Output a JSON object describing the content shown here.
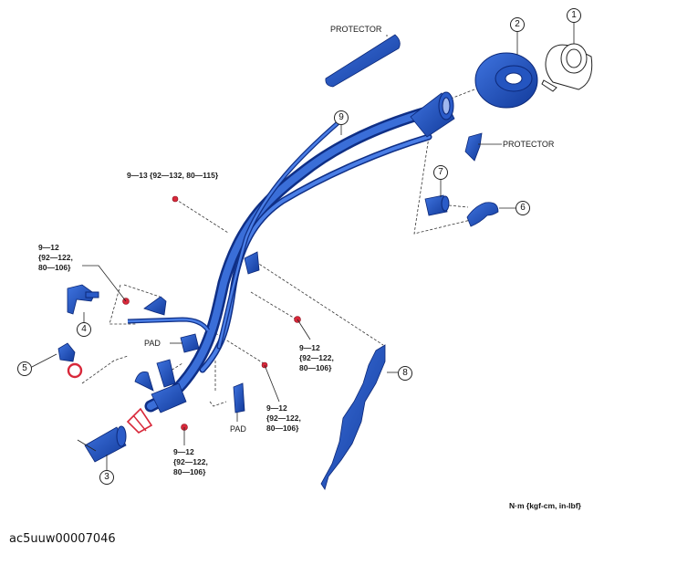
{
  "labels": {
    "protector_top": "PROTECTOR",
    "protector_right": "PROTECTOR",
    "pad_left": "PAD",
    "pad_bottom": "PAD",
    "torque_a": "9—13 {92—132, 80—115}",
    "torque_b_l1": "9—12",
    "torque_b_l2": "{92—122,",
    "torque_b_l3": "80—106}",
    "torque_c_l1": "9—12",
    "torque_c_l2": "{92—122,",
    "torque_c_l3": "80—106}",
    "torque_d_l1": "9—12",
    "torque_d_l2": "{92—122,",
    "torque_d_l3": "80—106}",
    "torque_e_l1": "9—12",
    "torque_e_l2": "{92—122,",
    "torque_e_l3": "80—106}"
  },
  "callouts": [
    "1",
    "2",
    "3",
    "4",
    "5",
    "6",
    "7",
    "8",
    "9"
  ],
  "units": "N·m {kgf-cm, in-lbf}",
  "image_id": "ac5uuw00007046",
  "colors": {
    "part_blue": "#1f4fb8",
    "part_dark": "#0f2f86",
    "fastener_red": "#d8283a"
  }
}
